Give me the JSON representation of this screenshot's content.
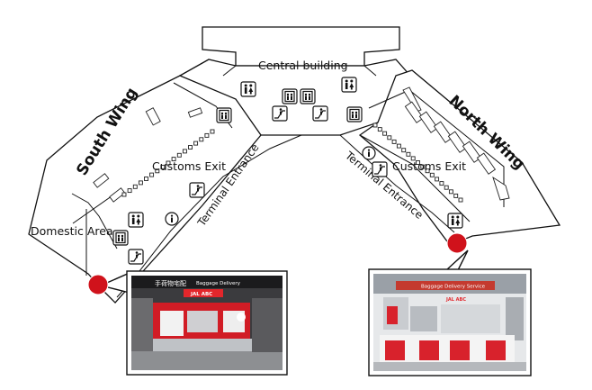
{
  "labels": {
    "central": "Central building",
    "south_wing": "South Wing",
    "north_wing": "North Wing",
    "customs_exit_south": "Customs Exit",
    "customs_exit_north": "Customs Exit",
    "domestic_area": "Domestic Area",
    "terminal_entrance_south": "Terminal Entrance",
    "terminal_entrance_north": "Terminal Entrance"
  },
  "photos": {
    "south": {
      "sign_jp": "手荷物宅配",
      "sign_en": "Baggage Delivery",
      "brand": "JAL ABC"
    },
    "north": {
      "sign_en": "Baggage Delivery Service",
      "brand": "JAL ABC"
    }
  },
  "colors": {
    "marker": "#d0121b",
    "sign_band": "#e3262b",
    "outline": "#111111"
  }
}
